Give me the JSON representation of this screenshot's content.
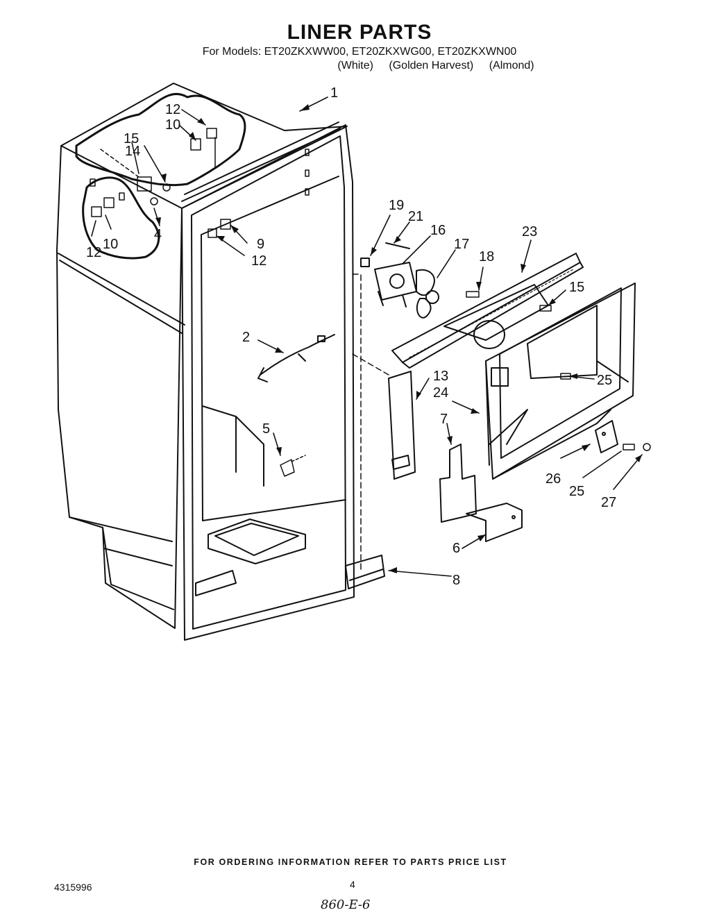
{
  "header": {
    "title": "LINER PARTS",
    "models": "For Models: ET20ZKXWW00, ET20ZKXWG00, ET20ZKXWN00",
    "colors": [
      "(White)",
      "(Golden Harvest)",
      "(Almond)"
    ]
  },
  "callouts": [
    "1",
    "12",
    "10",
    "15",
    "14",
    "4",
    "12",
    "10",
    "9",
    "12",
    "2",
    "5",
    "19",
    "21",
    "16",
    "17",
    "18",
    "23",
    "15",
    "13",
    "24",
    "25",
    "7",
    "26",
    "25",
    "27",
    "6",
    "8"
  ],
  "footer": {
    "note": "FOR ORDERING INFORMATION REFER TO PARTS PRICE LIST",
    "doc_number": "4315996",
    "page_number": "4",
    "handwritten": "860-E-6"
  }
}
